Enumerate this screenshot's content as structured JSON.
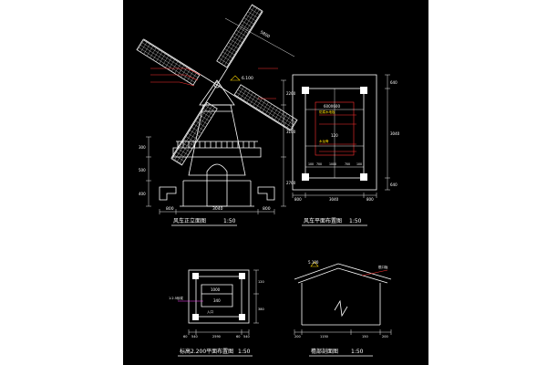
{
  "colors": {
    "background": "#000000",
    "line": "#ffffff",
    "dimension": "#ffd800",
    "annotation": "#ff3030",
    "leader": "#30e0ff"
  },
  "titles": {
    "elevation": "风车正立面图",
    "elevation_scale": "1:50",
    "plan": "风车平面布置图",
    "plan_scale": "1:50",
    "platform": "标高2.200平面布置图",
    "platform_scale": "1:50",
    "section": "檐部剖面图",
    "section_scale": "1:50"
  },
  "elevation": {
    "dims_bottom": [
      "800",
      "3040",
      "800"
    ],
    "dims_left": [
      "300",
      "500",
      "400"
    ],
    "dims_right": [
      "2200",
      "3100",
      "2700"
    ],
    "blade_dim_top": "5800",
    "level": "6.100"
  },
  "plan": {
    "dims_bottom": [
      "800",
      "3040",
      "800"
    ],
    "dims_inner": [
      "100",
      "700",
      "1000",
      "700",
      "100"
    ],
    "dims_right": [
      "640",
      "3040",
      "640"
    ],
    "center_label": "600X600",
    "inner_label": "120",
    "caption_a": "防腐木地板",
    "caption_b": "木龙骨"
  },
  "platform": {
    "dims_bottom": [
      "60",
      "540",
      "2590",
      "60",
      "540"
    ],
    "dims_right": [
      "120",
      "380"
    ],
    "inner_a": "1000",
    "inner_b": "340",
    "note": "1:2.5砂浆",
    "label": "入口"
  },
  "section": {
    "level": "5.100",
    "dims_bottom": [
      "200",
      "1150",
      "150",
      "200"
    ],
    "note": "檐口板"
  }
}
